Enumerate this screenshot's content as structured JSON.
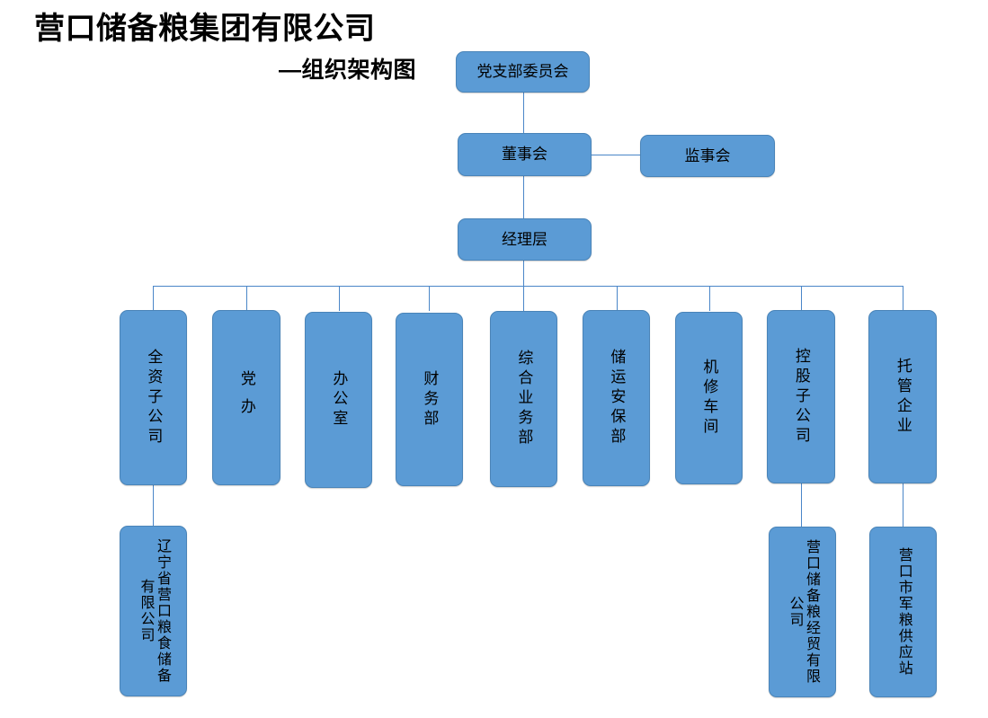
{
  "header": {
    "main_title": "营口储备粮集团有限公司",
    "sub_title": "—组织架构图"
  },
  "colors": {
    "node_fill": "#5B9BD5",
    "node_border": "#4A84B8",
    "connector": "#4A86C8",
    "text": "#000000",
    "background": "#FFFFFF"
  },
  "chart_data": {
    "type": "diagram",
    "diagram_kind": "organization-chart",
    "title": "营口储备粮集团有限公司",
    "subtitle": "—组织架构图",
    "orientation": "top-down",
    "nodes": [
      {
        "id": "party_committee",
        "label": "党支部委员会",
        "level": 0,
        "text_direction": "horizontal"
      },
      {
        "id": "board_directors",
        "label": "董事会",
        "level": 1,
        "text_direction": "horizontal"
      },
      {
        "id": "board_supervisors",
        "label": "监事会",
        "level": 1,
        "text_direction": "horizontal"
      },
      {
        "id": "management",
        "label": "经理层",
        "level": 2,
        "text_direction": "horizontal"
      },
      {
        "id": "dept_1",
        "label": "全资子公司",
        "level": 3,
        "text_direction": "vertical"
      },
      {
        "id": "dept_2",
        "label": "党办",
        "level": 3,
        "text_direction": "vertical"
      },
      {
        "id": "dept_3",
        "label": "办公室",
        "level": 3,
        "text_direction": "vertical"
      },
      {
        "id": "dept_4",
        "label": "财务部",
        "level": 3,
        "text_direction": "vertical"
      },
      {
        "id": "dept_5",
        "label": "综合业务部",
        "level": 3,
        "text_direction": "vertical"
      },
      {
        "id": "dept_6",
        "label": "储运安保部",
        "level": 3,
        "text_direction": "vertical"
      },
      {
        "id": "dept_7",
        "label": "机修车间",
        "level": 3,
        "text_direction": "vertical"
      },
      {
        "id": "dept_8",
        "label": "控股子公司",
        "level": 3,
        "text_direction": "vertical"
      },
      {
        "id": "dept_9",
        "label": "托管企业",
        "level": 3,
        "text_direction": "vertical"
      },
      {
        "id": "sub_1",
        "label": "辽宁省营口粮食储备有限公司",
        "level": 4,
        "text_direction": "vertical"
      },
      {
        "id": "sub_2",
        "label": "营口储备粮经贸有限公司",
        "level": 4,
        "text_direction": "vertical"
      },
      {
        "id": "sub_3",
        "label": "营口市军粮供应站",
        "level": 4,
        "text_direction": "vertical"
      }
    ],
    "edges": [
      {
        "from": "party_committee",
        "to": "board_directors"
      },
      {
        "from": "board_directors",
        "to": "board_supervisors"
      },
      {
        "from": "board_directors",
        "to": "management"
      },
      {
        "from": "management",
        "to": "dept_1"
      },
      {
        "from": "management",
        "to": "dept_2"
      },
      {
        "from": "management",
        "to": "dept_3"
      },
      {
        "from": "management",
        "to": "dept_4"
      },
      {
        "from": "management",
        "to": "dept_5"
      },
      {
        "from": "management",
        "to": "dept_6"
      },
      {
        "from": "management",
        "to": "dept_7"
      },
      {
        "from": "management",
        "to": "dept_8"
      },
      {
        "from": "management",
        "to": "dept_9"
      },
      {
        "from": "dept_1",
        "to": "sub_1"
      },
      {
        "from": "dept_8",
        "to": "sub_2"
      },
      {
        "from": "dept_9",
        "to": "sub_3"
      }
    ]
  },
  "nodes": {
    "party_committee": "党支部委员会",
    "board_directors": "董事会",
    "board_supervisors": "监事会",
    "management": "经理层",
    "dept_1": "全资子公司",
    "dept_2": "党办",
    "dept_3": "办公室",
    "dept_4": "财务部",
    "dept_5": "综合业务部",
    "dept_6": "储运安保部",
    "dept_7": "机修车间",
    "dept_8": "控股子公司",
    "dept_9": "托管企业",
    "sub_1": "辽宁省营口粮食储备有限公司",
    "sub_2": "营口储备粮经贸有限公司",
    "sub_3": "营口市军粮供应站"
  }
}
